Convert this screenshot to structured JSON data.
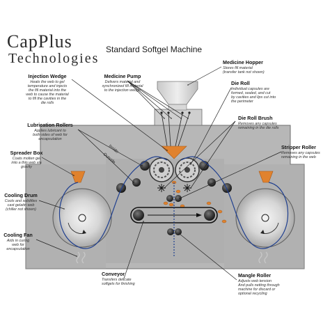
{
  "brand": {
    "line1": "CapPlus",
    "line2": "Technologies"
  },
  "title": "Standard Softgel Machine",
  "callouts": {
    "injection_wedge": {
      "label": "Injection Wedge",
      "desc": [
        "Heats the web to gel",
        "temperature and injects",
        "the fill material into the",
        "web to cause the material",
        "to fill the cavities in the",
        "die rolls"
      ]
    },
    "medicine_pump": {
      "label": "Medicine Pump",
      "desc": [
        "Delivers material and",
        "synchronized fill material",
        "to the injection wedge"
      ]
    },
    "medicine_hopper": {
      "label": "Medicine Hopper",
      "desc": [
        "Stores fill material",
        "(transfer tank not shown)"
      ]
    },
    "die_roll": {
      "label": "Die Roll",
      "desc": [
        "Individual capsules are",
        "formed, sealed, and cut",
        "by cavities and lips cut into",
        "the perimeter"
      ]
    },
    "lubrication_rollers": {
      "label": "Lubrication Rollers",
      "desc": [
        "Applies lubricant to",
        "both sides of web for",
        "encapsulation"
      ]
    },
    "die_roll_brush": {
      "label": "Die Roll Brush",
      "desc": [
        "Removes any capsules",
        "remaining in the die rolls"
      ]
    },
    "stripper_roller": {
      "label": "Stripper Roller",
      "desc": [
        "Removes any capsules",
        "remaining in the web"
      ]
    },
    "spreader_box": {
      "label": "Spreader Box",
      "desc": [
        "Coats molten gel",
        "into a thin web via",
        "gravity"
      ]
    },
    "cooling_drum": {
      "label": "Cooling Drum",
      "desc": [
        "Cools and solidifies",
        "cast gelatin web",
        "(chiller not shown)"
      ]
    },
    "cooling_fan": {
      "label": "Cooling Fan",
      "desc": [
        "Aids in curing",
        "web for",
        "encapsulation"
      ]
    },
    "conveyor": {
      "label": "Conveyor",
      "desc": [
        "Transfers delicate",
        "softgels for finishing"
      ]
    },
    "mangle_roller": {
      "label": "Mangle Roller",
      "desc": [
        "Adjusts web tension",
        "And pulls netting through",
        "machine for discard or",
        "optional recycling"
      ]
    }
  },
  "web_labels": {
    "inside": "Inside",
    "outside": "Outside"
  },
  "colors": {
    "machine_body": "#b8b8b8",
    "machine_edge": "#6e6e6e",
    "web_line": "#1f3f8f",
    "gel_orange": "#e0822e",
    "roller_dark": "#2a2a2a",
    "hopper": "#d4d4d4"
  }
}
